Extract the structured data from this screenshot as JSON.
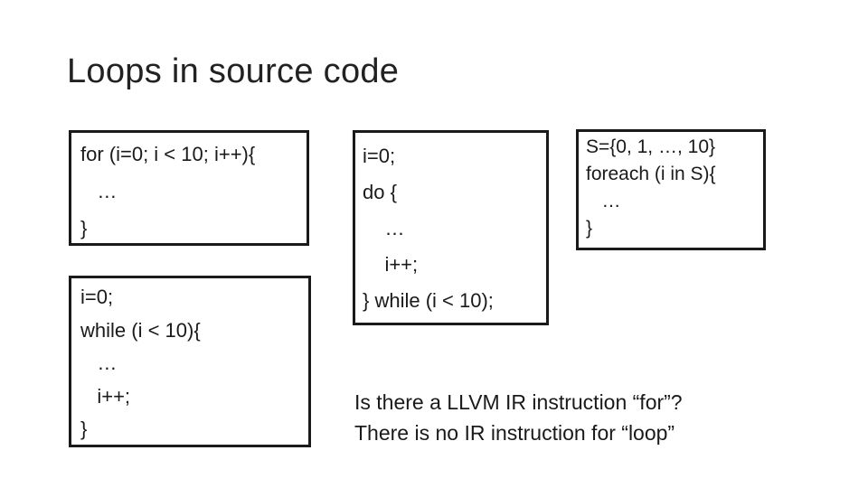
{
  "slide": {
    "title": "Loops in source code",
    "for_box": {
      "lines": [
        "for (i=0; i < 10; i++){",
        "   …",
        "}"
      ]
    },
    "while_box": {
      "lines": [
        "i=0;",
        "while (i < 10){",
        "   …",
        "   i++;",
        "}"
      ]
    },
    "do_box": {
      "lines": [
        "i=0;",
        "do {",
        "    …",
        "    i++;",
        "} while (i < 10);"
      ]
    },
    "foreach_box": {
      "lines": [
        "S={0, 1, …, 10}",
        "foreach (i in S){",
        "   …",
        "}"
      ]
    },
    "question": {
      "line1": "Is there a LLVM IR instruction “for”?",
      "line2": "There is no IR instruction for “loop”"
    }
  }
}
